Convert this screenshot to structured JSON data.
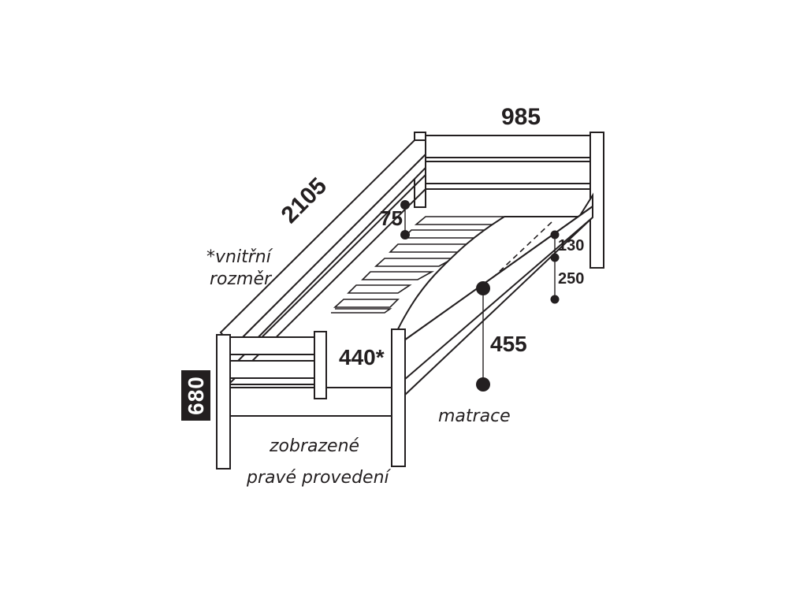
{
  "dimensions": {
    "width": "985",
    "length": "2105",
    "rail_gap": "75",
    "inner_width": "440*",
    "mattress_height": "455",
    "frame_offset": "130",
    "side_height": "250",
    "total_height": "680"
  },
  "notes": {
    "inner_dimension_line1": "*vnitřní",
    "inner_dimension_line2": "rozměr",
    "mattress": "matrace",
    "variant_line1": "zobrazené",
    "variant_line2": "pravé provedení"
  },
  "colors": {
    "line": "#231f20",
    "background": "#ffffff",
    "label_box": "#231f20"
  }
}
